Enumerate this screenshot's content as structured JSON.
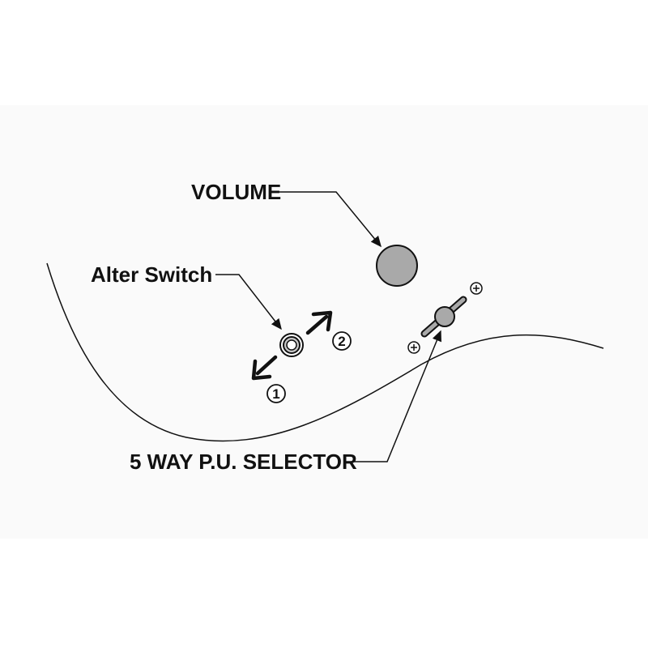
{
  "labels": {
    "volume": "VOLUME",
    "alter_switch": "Alter Switch",
    "selector": "5 WAY P.U. SELECTOR"
  },
  "positions": {
    "one": "1",
    "two": "2"
  },
  "colors": {
    "ink": "#111111",
    "knob_fill": "#a9a9a9",
    "background": "#ffffff",
    "panel": "#fafafa"
  },
  "icons": {
    "volume": "volume-knob-icon",
    "alter": "alter-switch-icon",
    "selector": "selector-lever-icon",
    "screw": "screw-icon",
    "arrow": "arrow-icon"
  }
}
